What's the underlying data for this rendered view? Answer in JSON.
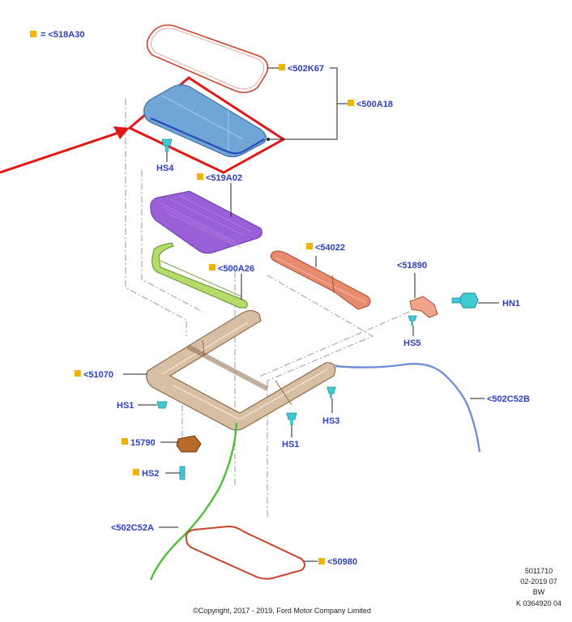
{
  "legend": {
    "marker_color": "#f2b200",
    "text": "= <518A30"
  },
  "callouts": {
    "c502K67": "<502K67",
    "c500A18": "<500A18",
    "cHS4": "HS4",
    "c519A02": "<519A02",
    "c54022": "<54022",
    "c500A26": "<500A26",
    "c51890": "<51890",
    "cHN1": "HN1",
    "cHS5": "HS5",
    "c51070": "<51070",
    "cHS1_left": "HS1",
    "cHS3": "HS3",
    "cHS1_center": "HS1",
    "c502C52B": "<502C52B",
    "c15790": "15790",
    "cHS2": "HS2",
    "c502C52A": "<502C52A",
    "c50980": "<50980"
  },
  "meta": {
    "line1": "5011710",
    "line2": "02-2019 07",
    "line3": "BW",
    "line4": "K 0364920 04"
  },
  "copyright": "©Copyright, 2017 - 2019, Ford Motor Company Limited",
  "colors": {
    "callout_text": "#2b3fbf",
    "highlight": "#e01818",
    "glass": "#6fa6d6",
    "shade": "#9a5fd6",
    "deflector": "#86c23a",
    "frame": "#c9aa8a",
    "trim": "#e07a5f",
    "drain_tube_right": "#6d8fd8",
    "drain_tube_left": "#4fbf3a",
    "clip": "#3fc9d0"
  }
}
